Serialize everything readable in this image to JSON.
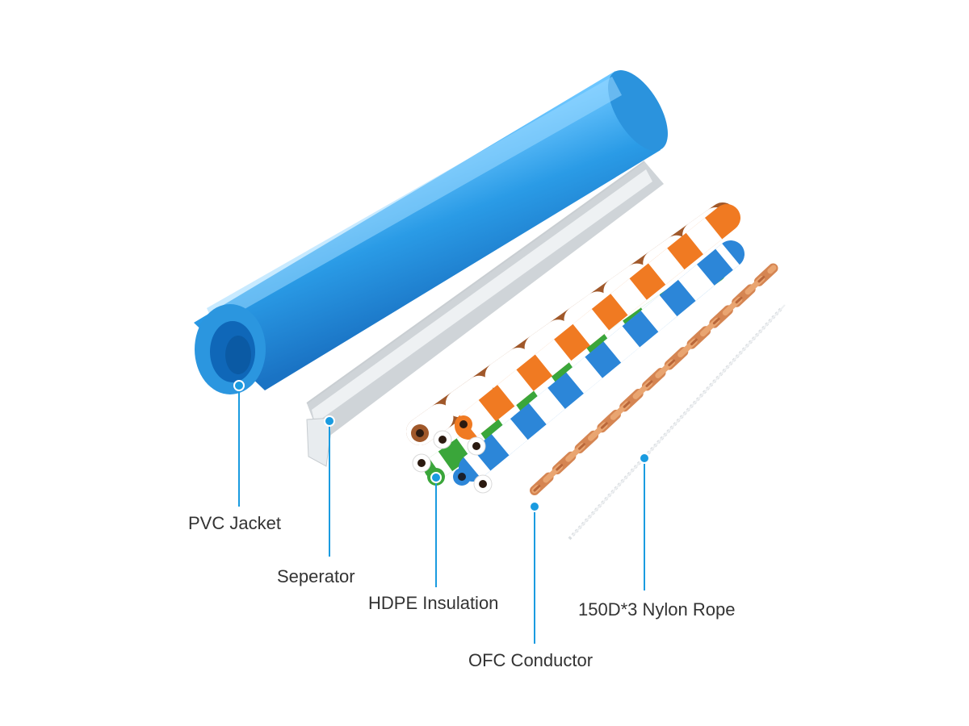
{
  "diagram": {
    "colors": {
      "jacket": "#2a9be6",
      "callout": "#1a9be0",
      "orange": "#f07a22",
      "brown": "#a0582a",
      "blue": "#2c86d8",
      "green": "#3aa63a",
      "copper": "#d58552",
      "label_text": "#333333"
    },
    "components": [
      {
        "id": "pvc-jacket",
        "label": "PVC Jacket"
      },
      {
        "id": "separator",
        "label": "Seperator"
      },
      {
        "id": "hdpe-insulation",
        "label": "HDPE Insulation"
      },
      {
        "id": "ofc-conductor",
        "label": "OFC Conductor"
      },
      {
        "id": "nylon-rope",
        "label": "150D*3 Nylon Rope"
      }
    ]
  }
}
